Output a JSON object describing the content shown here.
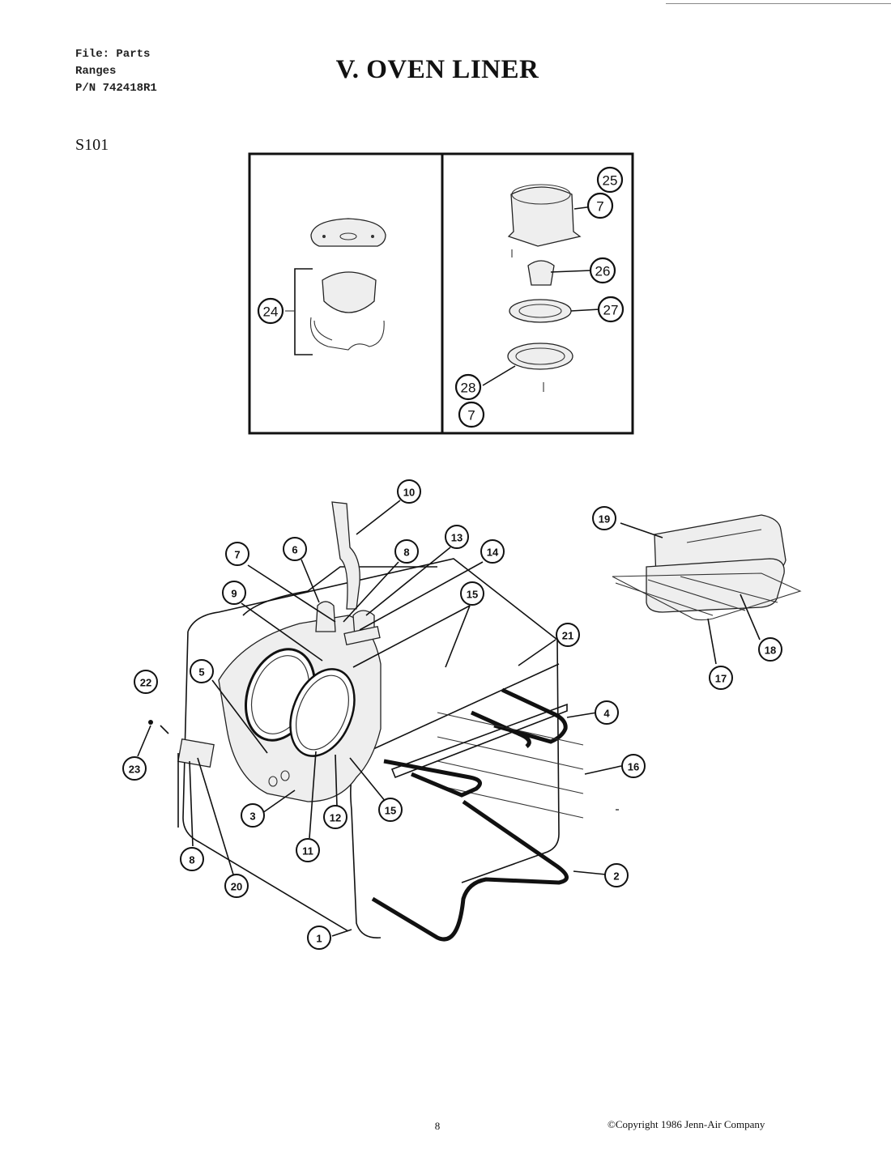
{
  "header": {
    "file_line": "File: Parts",
    "ranges_line": "Ranges",
    "pn_line": "P/N 742418R1"
  },
  "title": "V. OVEN LINER",
  "model_code": "S101",
  "footer": {
    "page_number": "8",
    "copyright": "©Copyright 1986 Jenn-Air Company"
  },
  "inset_left": {
    "callouts": [
      "24"
    ]
  },
  "inset_right": {
    "callouts": [
      "25",
      "7",
      "26",
      "27",
      "28",
      "7"
    ]
  },
  "main_diagram": {
    "callouts": [
      "10",
      "6",
      "7",
      "8",
      "13",
      "14",
      "9",
      "15",
      "21",
      "5",
      "22",
      "4",
      "16",
      "23",
      "3",
      "12",
      "15",
      "11",
      "8",
      "20",
      "2",
      "1",
      "19",
      "18",
      "17"
    ]
  }
}
